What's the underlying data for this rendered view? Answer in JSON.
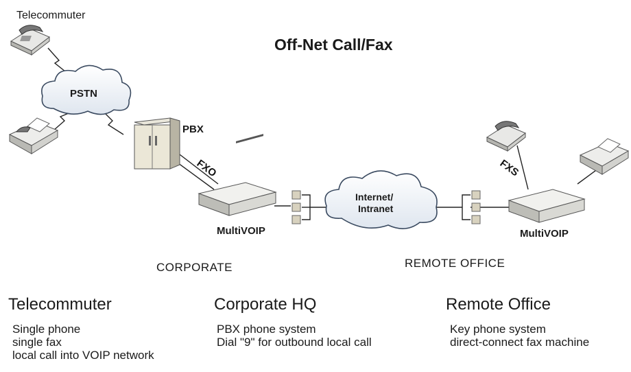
{
  "title": "Off-Net Call/Fax",
  "labels": {
    "telecommuter_top": "Telecommuter",
    "pstn": "PSTN",
    "pbx": "PBX",
    "fxo": "FXO",
    "fxs": "FXS",
    "multivoip_left": "MultiVOIP",
    "multivoip_right": "MultiVOIP",
    "internet_line1": "Internet/",
    "internet_line2": "Intranet",
    "corporate": "CORPORATE",
    "remote_office": "REMOTE OFFICE"
  },
  "columns": [
    {
      "heading": "Telecommuter",
      "items": [
        "Single phone",
        "single fax",
        "local call into VOIP network"
      ]
    },
    {
      "heading": "Corporate HQ",
      "items": [
        "PBX phone system",
        "Dial \"9\" for outbound local call"
      ]
    },
    {
      "heading": "Remote Office",
      "items": [
        "Key phone system",
        "direct-connect fax machine"
      ]
    }
  ]
}
